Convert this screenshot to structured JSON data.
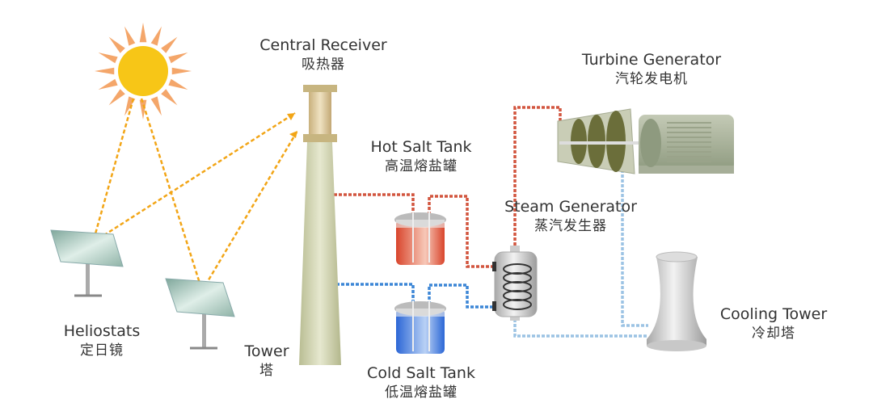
{
  "labels": {
    "receiver": {
      "en": "Central Receiver",
      "zh": "吸热器"
    },
    "turbine": {
      "en": "Turbine Generator",
      "zh": "汽轮发电机"
    },
    "hot_tank": {
      "en": "Hot Salt Tank",
      "zh": "高温熔盐罐"
    },
    "steam_gen": {
      "en": "Steam Generator",
      "zh": "蒸汽发生器"
    },
    "heliostats": {
      "en": "Heliostats",
      "zh": "定日镜"
    },
    "tower": {
      "en": "Tower",
      "zh": "塔"
    },
    "cold_tank": {
      "en": "Cold Salt Tank",
      "zh": "低温熔盐罐"
    },
    "cooling": {
      "en": "Cooling Tower",
      "zh": "冷却塔"
    }
  },
  "colors": {
    "sunlight": "#f2a516",
    "hot_line": "#d2553e",
    "cold_line": "#3c86d6",
    "water_line": "#9cc3e4",
    "sun": "#f7c617"
  }
}
